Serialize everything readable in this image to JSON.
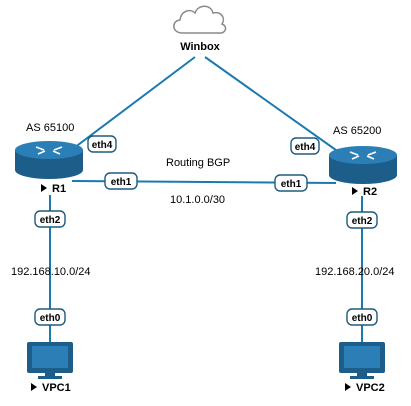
{
  "cloud": {
    "label": "Winbox"
  },
  "r1": {
    "name": "R1",
    "as_label": "AS 65100"
  },
  "r2": {
    "name": "R2",
    "as_label": "AS 65200"
  },
  "vpc1": {
    "name": "VPC1"
  },
  "vpc2": {
    "name": "VPC2"
  },
  "link_r1_r2": {
    "title": "Routing BGP",
    "subnet": "10.1.0.0/30"
  },
  "lan1": {
    "subnet": "192.168.10.0/24"
  },
  "lan2": {
    "subnet": "192.168.20.0/24"
  },
  "ports": {
    "r1_eth4": "eth4",
    "r2_eth4": "eth4",
    "r1_eth1": "eth1",
    "r2_eth1": "eth1",
    "r1_eth2": "eth2",
    "r2_eth2": "eth2",
    "vpc1_eth0": "eth0",
    "vpc2_eth0": "eth0"
  },
  "colors": {
    "link": "#1a7ab0",
    "router_body": "#1c5e89",
    "monitor_body": "#1c5e89",
    "cloud_fill": "#ffffff",
    "cloud_stroke": "#8a8a8a"
  }
}
